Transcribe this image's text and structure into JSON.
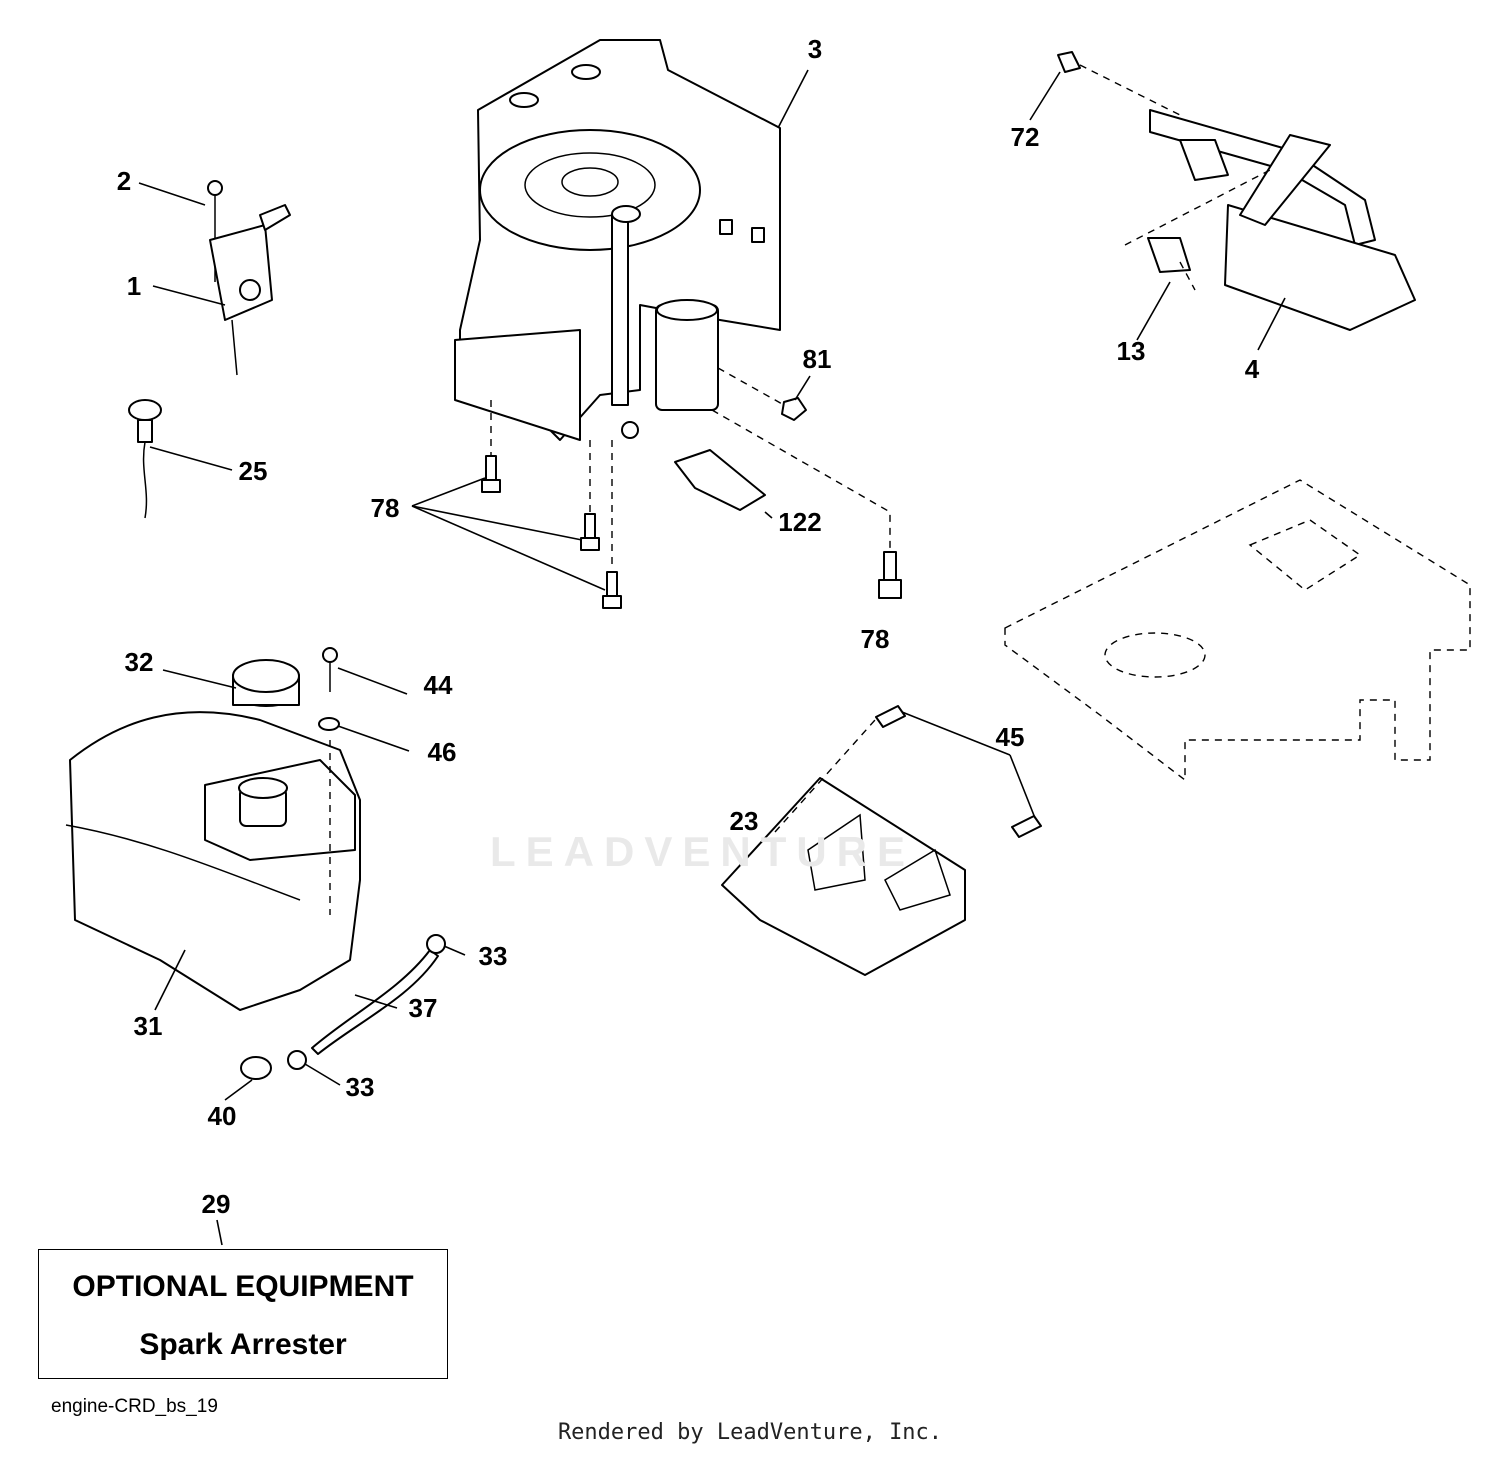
{
  "callouts": {
    "c1": "1",
    "c2": "2",
    "c3": "3",
    "c4": "4",
    "c13": "13",
    "c23": "23",
    "c25": "25",
    "c29": "29",
    "c31": "31",
    "c32": "32",
    "c33a": "33",
    "c33b": "33",
    "c37": "37",
    "c40": "40",
    "c44": "44",
    "c45": "45",
    "c46": "46",
    "c72": "72",
    "c78a": "78",
    "c78b": "78",
    "c81": "81",
    "c122": "122"
  },
  "optional_box": {
    "line1": "OPTIONAL EQUIPMENT",
    "line2": "Spark Arrester"
  },
  "diagram_code": "engine-CRD_bs_19",
  "credit": "Rendered by LeadVenture, Inc.",
  "watermark": "LEADVENTURE"
}
